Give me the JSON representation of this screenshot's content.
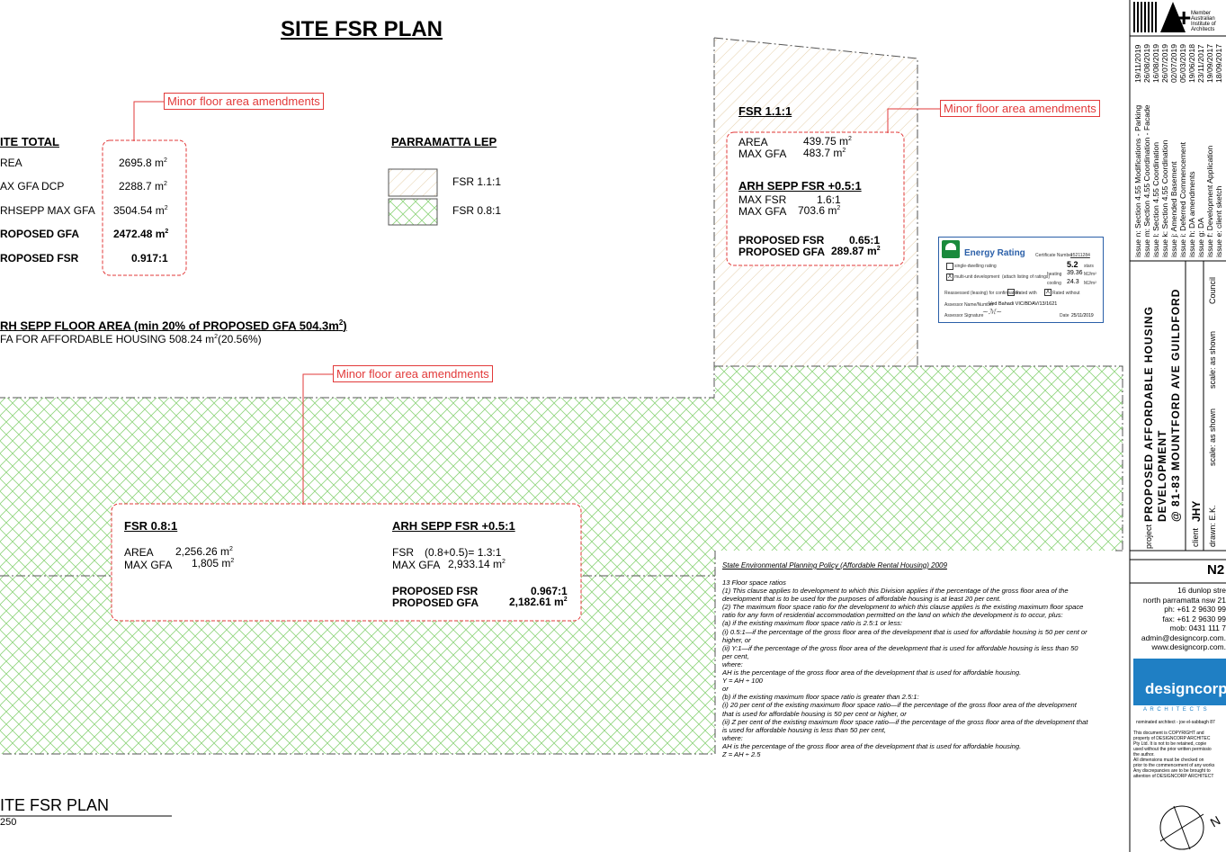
{
  "title": "SITE FSR PLAN",
  "callouts": {
    "c1": "Minor floor area amendments",
    "c2": "Minor floor area amendments",
    "c3": "Minor floor area amendments"
  },
  "site_total": {
    "heading": "ITE TOTAL",
    "rows": [
      {
        "label": "REA",
        "value": "2695.8 m",
        "sup": "2"
      },
      {
        "label": "AX GFA DCP",
        "value": "2288.7 m",
        "sup": "2"
      },
      {
        "label": "RHSEPP MAX GFA",
        "value": "3504.54 m",
        "sup": "2"
      },
      {
        "label": "ROPOSED GFA",
        "value": "2472.48 m",
        "sup": "2"
      },
      {
        "label": "ROPOSED FSR",
        "value": "0.917:1",
        "sup": ""
      }
    ]
  },
  "lep": {
    "heading": "PARRAMATTA LEP",
    "fsr1": "FSR 1.1:1",
    "fsr2": "FSR 0.8:1"
  },
  "arh_floor": {
    "line1": "RH SEPP FLOOR AREA (min 20% of PROPOSED  GFA 504.3m",
    "line1_sup": "2",
    "line1_end": ")",
    "line2": "FA FOR AFFORDABLE HOUSING  508.24 m",
    "line2_sup": "2",
    "line2_end": "(20.56%)"
  },
  "fsr11": {
    "heading": "FSR 1.1:1",
    "area_label": "AREA",
    "area_value": "439.75 m",
    "maxgfa_label": "MAX GFA",
    "maxgfa_value": "483.7 m",
    "arh_heading": "ARH SEPP FSR +0.5:1",
    "arh_fsr_label": "MAX FSR",
    "arh_fsr_value": "1.6:1",
    "arh_gfa_label": "MAX GFA",
    "arh_gfa_value": "703.6 m",
    "prop_fsr_label": "PROPOSED FSR",
    "prop_fsr_value": "0.65:1",
    "prop_gfa_label": "PROPOSED GFA",
    "prop_gfa_value": "289.87 m"
  },
  "fsr08": {
    "heading": "FSR 0.8:1",
    "area_label": "AREA",
    "area_value": "2,256.26 m",
    "maxgfa_label": "MAX GFA",
    "maxgfa_value": "1,805 m",
    "arh_heading": "ARH SEPP FSR +0.5:1",
    "arh_fsr_label": "FSR",
    "arh_fsr_value": "(0.8+0.5)=  1.3:1",
    "arh_gfa_label": "MAX GFA",
    "arh_gfa_value": "2,933.14 m",
    "prop_fsr_label": "PROPOSED FSR",
    "prop_fsr_value": "0.967:1",
    "prop_gfa_label": "PROPOSED GFA",
    "prop_gfa_value": "2,182.61 m"
  },
  "energy": {
    "title": "Energy Rating",
    "cert_label": "Certificate Number",
    "cert_value": "15211284",
    "single": "single-dwelling rating",
    "multi": "multi-unit development",
    "multi_note": "(attach listing of ratings)",
    "stars_value": "5.2",
    "stars_label": "stars",
    "heating_label": "heating",
    "heating_value": "39.36",
    "cooling_label": "cooling",
    "cooling_value": "24.3",
    "unit": "MJ/m²",
    "reassessed": "Reassessed (leasing) for confirmation",
    "rated_with": "Rated with",
    "rated_without": "Rated without",
    "assessor_label": "Assessor Name/Number",
    "assessor_value": "Ved Bahadi VIC/BDAV/13/1621",
    "sig_label": "Assessor Signature",
    "date_label": "Date",
    "date_value": "25/11/2019"
  },
  "policy": {
    "title": "State Environmental Planning Policy (Affordable Rental Housing) 2009",
    "lines": [
      "13  Floor space ratios",
      "(1)  This clause applies to development to which this Division applies if the percentage of the gross floor area of the",
      "development that is to be used for the purposes of affordable housing is at least 20 per cent.",
      "(2)  The maximum floor space ratio for the development to which this clause applies is the existing maximum floor space",
      "ratio for any form of residential accommodation permitted on the land on which the development is to occur, plus:",
      "(a)  if the existing maximum floor space ratio is 2.5:1 or less:",
      "(i)  0.5:1—if the percentage of the gross floor area of the development that is used for affordable housing is 50 per cent or",
      "higher, or",
      "(ii)  Y:1—if the percentage of the gross floor area of the development that is used for affordable housing is less than 50",
      "per cent,",
      "where:",
      "AH is the percentage of the gross floor area of the development that is used for affordable housing.",
      "Y = AH ÷ 100",
      "or",
      "(b)  if the existing maximum floor space ratio is greater than 2.5:1:",
      "(i)  20 per cent of the existing maximum floor space ratio—if the percentage of the gross floor area of the development",
      "that is used for affordable housing is 50 per cent or higher, or",
      "(ii)  Z per cent of the existing maximum floor space ratio—if the percentage of the gross floor area of the development that",
      "is used for affordable housing is less than 50 per cent,",
      "where:",
      "AH is the percentage of the gross floor area of the development that is used for affordable housing.",
      "Z = AH ÷ 2.5"
    ]
  },
  "plan_label": {
    "title": "ITE FSR PLAN",
    "scale": "250"
  },
  "titleblock": {
    "aia_text": "Member\nAustralian\nInstitute of\nArchitects",
    "issues": [
      {
        "label": "issue n:",
        "desc": "Section 4.55 Modifications - Parking",
        "date": "19/11/2019"
      },
      {
        "label": "issue m:",
        "desc": "Section 4.55 Coordination - Facade",
        "date": "26/08/2019"
      },
      {
        "label": "issue l:",
        "desc": "Section 4.55 Coordination",
        "date": "16/08/2019"
      },
      {
        "label": "issue k:",
        "desc": "Section 4.55 Coordination",
        "date": "26/07/2019"
      },
      {
        "label": "issue j:",
        "desc": "Amended Basement",
        "date": "02/07/2019"
      },
      {
        "label": "issue i:",
        "desc": "Deferred Commencement",
        "date": "05/03/2019"
      },
      {
        "label": "issue h:",
        "desc": "DA amendments",
        "date": "19/06/2018"
      },
      {
        "label": "issue g:",
        "desc": "DA",
        "date": "23/11/2017"
      },
      {
        "label": "issue f:",
        "desc": "Development Application",
        "date": "19/09/2017"
      },
      {
        "label": "issue e:",
        "desc": "client sketch",
        "date": "18/09/2017"
      }
    ],
    "project_label": "project",
    "project_line1": "PROPOSED AFFORDABLE HOUSING",
    "project_line2": "DEVELOPMENT",
    "project_line3": "@ 81-83 MOUNTFORD AVE GUILDFORD",
    "client_label": "client",
    "client_value": "JHY",
    "council": "Council",
    "drawn_label": "drawn:",
    "drawn_value": "E.K.",
    "scale1": "scale:  as shown",
    "scale2": "scale:  as shown",
    "sheet": "N2",
    "address": [
      "16 dunlop stre",
      "north parramatta nsw 21",
      "ph: +61 2 9630 99",
      "fax: +61 2 9630 99",
      "mob: 0431 111 7",
      "admin@designcorp.com.",
      "www.designcorp.com."
    ],
    "logo_text": "designcorp",
    "logo_sub": "A R C H I T E C T S",
    "nominated": "nominated architect - joe el-sabbagh 87",
    "copyright": [
      "This document is COPYRIGHT and",
      "property of DESIGNCORP ARCHITEC",
      "Pty Ltd. It is not to be retained, copie",
      "used without the prior written permissio",
      "the author.",
      "All dimensions must be checked on",
      "prior to the commencement of any works",
      "Any discrepancies are to be brought to",
      "attention of DESIGNCORP ARCHITECT"
    ],
    "north": "N"
  }
}
